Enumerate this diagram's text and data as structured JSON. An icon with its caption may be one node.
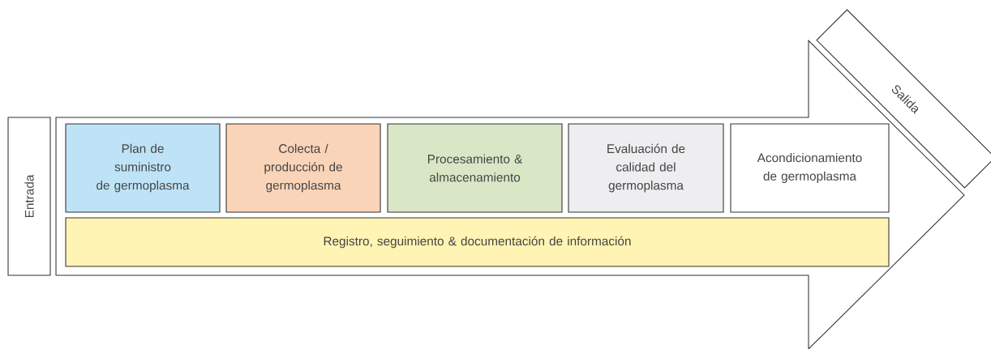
{
  "diagram": {
    "nodes": [
      {
        "text": [
          "Entrada"
        ]
      },
      {
        "text": [],
        "shape": "arrow"
      },
      {
        "text": [
          "Plan de suministro de germoplasma"
        ],
        "in": 1
      },
      {
        "text": [
          "Colecta / producción de germoplasma"
        ],
        "in": 1
      },
      {
        "text": [
          "Procesamiento & almacenamiento"
        ],
        "in": 1
      },
      {
        "text": [
          "Evaluación de calidad del germoplasma"
        ],
        "in": 1
      },
      {
        "text": [
          "Acondicionamiento de germoplasma"
        ],
        "in": 1
      },
      {
        "text": [
          "Registro, seguimiento & documentación de información"
        ],
        "in": 1
      },
      {
        "text": [
          "Salida"
        ]
      }
    ],
    "edges": []
  }
}
